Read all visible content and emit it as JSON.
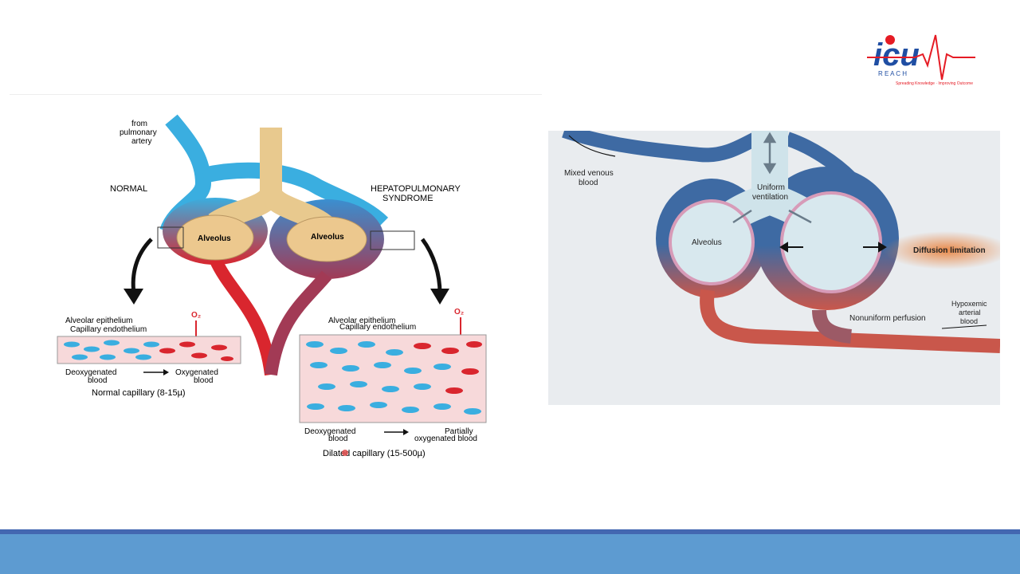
{
  "logo": {
    "brand": "icu",
    "subtitle": "R E A C H",
    "tagline": "Spreading Knowledge · Improving Outcome",
    "colors": {
      "red": "#e51b24",
      "blue": "#1f4ea3"
    }
  },
  "left_figure": {
    "from_pulmonary_artery": [
      "from",
      "pulmonary",
      "artery"
    ],
    "normal_label": "NORMAL",
    "hps_label": [
      "HEPATOPULMONARY",
      "SYNDROME"
    ],
    "alveolus_left": "Alveolus",
    "alveolus_right": "Alveolus",
    "normal_panel": {
      "epithelium": "Alveolar epithelium",
      "endothelium": "Capillary endothelium",
      "o2": "O₂",
      "deoxygenated": [
        "Deoxygenated",
        "blood"
      ],
      "oxygenated": [
        "Oxygenated",
        "blood"
      ],
      "caption": "Normal capillary (8-15µ)"
    },
    "hps_panel": {
      "epithelium": "Alveolar epithelium",
      "endothelium": "Capillary endothelium",
      "o2": "O₂",
      "deoxygenated": [
        "Deoxygenated",
        "blood"
      ],
      "oxygenated": [
        "Partially",
        "oxygenated blood"
      ],
      "caption": "Dilated capillary (15-500µ)"
    }
  },
  "right_figure": {
    "mixed_venous": [
      "Mixed venous",
      "blood"
    ],
    "uniform_ventilation": [
      "Uniform",
      "ventilation"
    ],
    "alveolus": "Alveolus",
    "diffusion_limitation": "Diffusion limitation",
    "nonuniform_perfusion": "Nonuniform perfusion",
    "hypoxemic": [
      "Hypoxemic",
      "arterial",
      "blood"
    ]
  },
  "colors": {
    "footer_band": "#5d9bd1",
    "footer_line": "#4367b1",
    "venous_blue": "#3aaee0",
    "arterial_red": "#d9262e",
    "airway_tan": "#e8c98e"
  }
}
